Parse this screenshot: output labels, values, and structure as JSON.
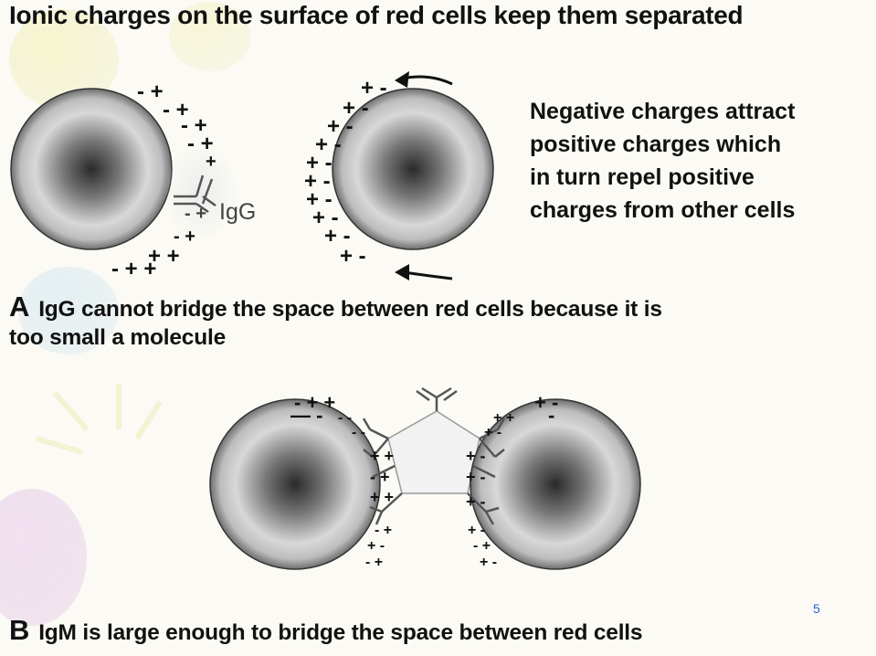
{
  "title": "Ionic charges on the surface of red cells keep them separated",
  "note_lines": [
    "Negative charges attract",
    "positive charges which",
    "in turn repel positive",
    "charges from other cells"
  ],
  "igg_label": "IgG",
  "caption_a": {
    "letter": "A",
    "line1": "IgG cannot bridge the space between red cells because it is",
    "line2": "too small a molecule"
  },
  "caption_b": {
    "letter": "B",
    "text": "IgM is large enough to bridge the space between red cells"
  },
  "page_number": "5",
  "colors": {
    "text": "#111111",
    "page_number": "#2f5fd0",
    "cell_dark": "#2a2a2a",
    "cell_light": "#dddddd"
  }
}
